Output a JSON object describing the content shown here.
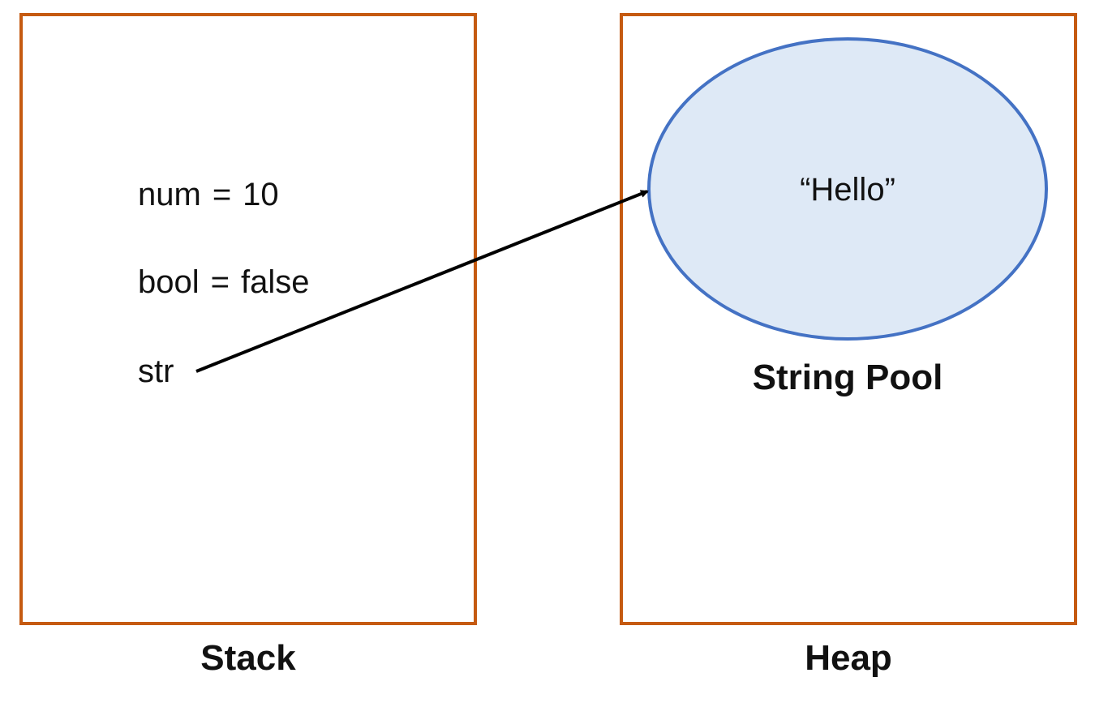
{
  "stack": {
    "caption": "Stack",
    "variables": [
      {
        "name": "num",
        "operator": "=",
        "value": "10"
      },
      {
        "name": "bool",
        "operator": "=",
        "value": "false"
      },
      {
        "name": "str",
        "operator": "",
        "value": ""
      }
    ]
  },
  "heap": {
    "caption": "Heap",
    "pool": {
      "label": "String Pool",
      "content": "“Hello”"
    }
  },
  "colors": {
    "box_border": "#C55A11",
    "pool_fill": "#DEE9F6",
    "pool_stroke": "#4472C4",
    "arrow": "#000000"
  }
}
